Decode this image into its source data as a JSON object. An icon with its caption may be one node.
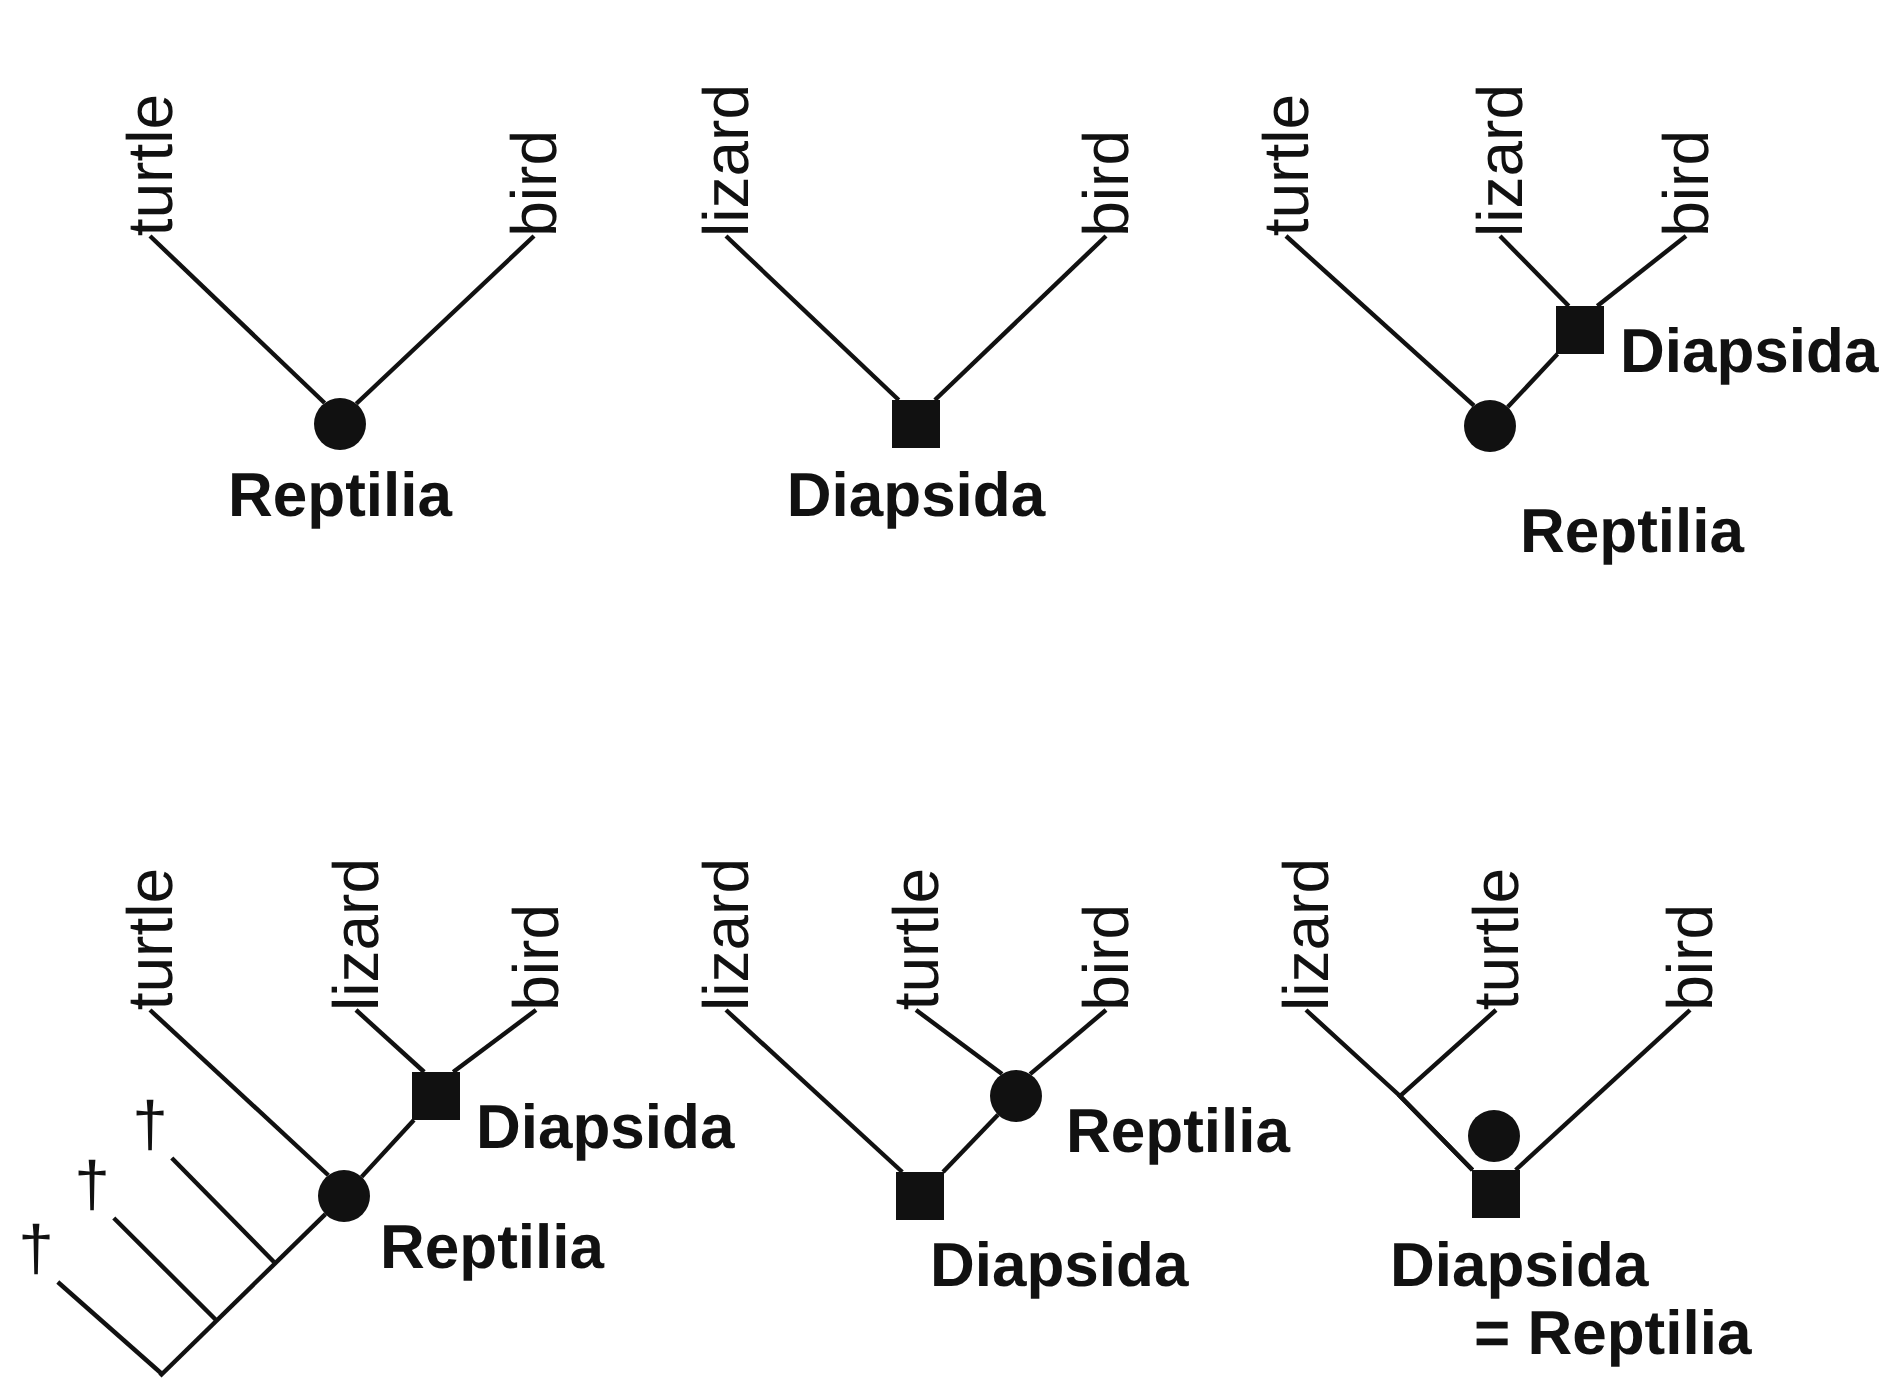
{
  "diagram": {
    "nodes": [
      {
        "text": [
          "turtle"
        ]
      },
      {
        "text": [
          "bird"
        ]
      },
      {
        "text": [],
        "shape": "circle",
        "beside": [
          "Reptilia"
        ]
      },
      {
        "text": [
          "lizard"
        ]
      },
      {
        "text": [
          "bird"
        ]
      },
      {
        "text": [],
        "shape": "box",
        "beside": [
          "Diapsida"
        ]
      },
      {
        "text": [
          "turtle"
        ]
      },
      {
        "text": [
          "lizard"
        ]
      },
      {
        "text": [
          "bird"
        ]
      },
      {
        "text": [],
        "shape": "box",
        "beside": [
          "Diapsida"
        ]
      },
      {
        "text": [],
        "shape": "circle",
        "beside": [
          "Reptilia"
        ]
      },
      {
        "text": [
          "turtle"
        ]
      },
      {
        "text": [
          "lizard"
        ]
      },
      {
        "text": [
          "bird"
        ]
      },
      {
        "text": [
          "†"
        ]
      },
      {
        "text": [
          "†"
        ]
      },
      {
        "text": [
          "†"
        ]
      },
      {
        "text": [],
        "shape": "box",
        "beside": [
          "Diapsida"
        ]
      },
      {
        "text": [],
        "shape": "circle",
        "beside": [
          "Reptilia"
        ]
      },
      {
        "text": [
          "lizard"
        ]
      },
      {
        "text": [
          "turtle"
        ]
      },
      {
        "text": [
          "bird"
        ]
      },
      {
        "text": [],
        "shape": "circle",
        "beside": [
          "Reptilia"
        ]
      },
      {
        "text": [],
        "shape": "box",
        "beside": [
          "Diapsida"
        ]
      },
      {
        "text": [
          "lizard"
        ]
      },
      {
        "text": [
          "turtle"
        ]
      },
      {
        "text": [
          "bird"
        ]
      },
      {
        "text": [],
        "shape": "circle"
      },
      {
        "text": [],
        "shape": "box",
        "beside": [
          "Diapsida",
          "= Reptilia"
        ]
      }
    ],
    "edges": [
      {
        "from": 0,
        "to": 2,
        "arrow": "none"
      },
      {
        "from": 1,
        "to": 2,
        "arrow": "none"
      },
      {
        "from": 3,
        "to": 5,
        "arrow": "none"
      },
      {
        "from": 4,
        "to": 5,
        "arrow": "none"
      },
      {
        "from": 7,
        "to": 9,
        "arrow": "none"
      },
      {
        "from": 8,
        "to": 9,
        "arrow": "none"
      },
      {
        "from": 9,
        "to": 10,
        "arrow": "none"
      },
      {
        "from": 6,
        "to": 10,
        "arrow": "none"
      },
      {
        "from": 12,
        "to": 17,
        "arrow": "none"
      },
      {
        "from": 13,
        "to": 17,
        "arrow": "none"
      },
      {
        "from": 17,
        "to": 18,
        "arrow": "none"
      },
      {
        "from": 11,
        "to": 18,
        "arrow": "none"
      },
      {
        "from": 18,
        "to": null,
        "arrow": "none"
      },
      {
        "from": 14,
        "to": null,
        "arrow": "none"
      },
      {
        "from": 15,
        "to": null,
        "arrow": "none"
      },
      {
        "from": 16,
        "to": null,
        "arrow": "none"
      },
      {
        "from": 20,
        "to": 22,
        "arrow": "none"
      },
      {
        "from": 21,
        "to": 22,
        "arrow": "none"
      },
      {
        "from": 22,
        "to": 23,
        "arrow": "none"
      },
      {
        "from": 19,
        "to": 23,
        "arrow": "none"
      },
      {
        "from": 24,
        "to": 28,
        "arrow": "none"
      },
      {
        "from": 25,
        "to": 28,
        "arrow": "none"
      },
      {
        "from": 26,
        "to": 28,
        "arrow": "none"
      }
    ]
  }
}
